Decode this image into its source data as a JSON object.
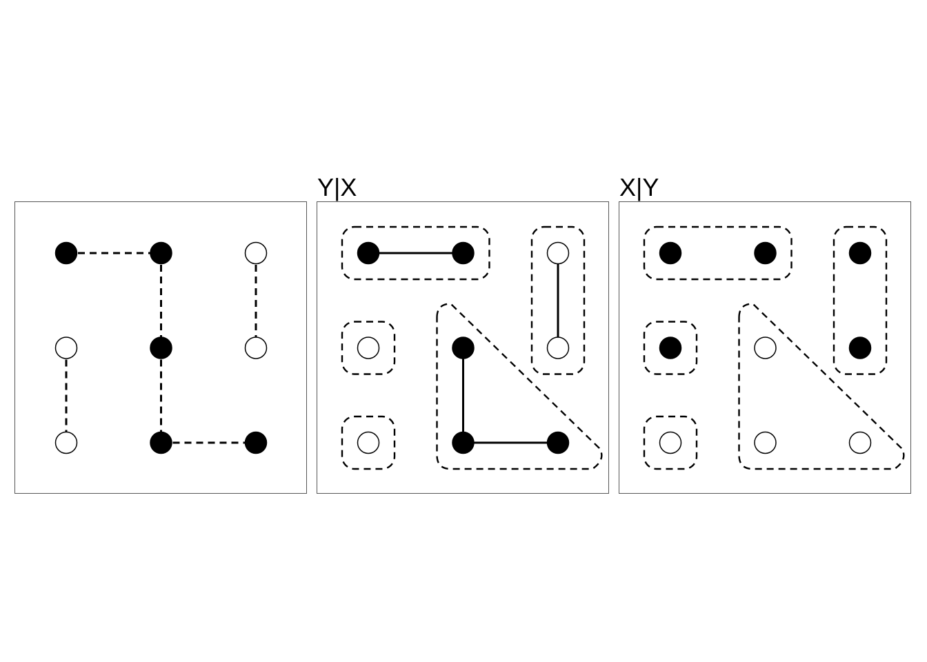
{
  "panels": [
    {
      "id": "panel-1",
      "title": "",
      "nodes": [
        {
          "id": "n1",
          "col": 0,
          "row": 0,
          "filled": true
        },
        {
          "id": "n2",
          "col": 1,
          "row": 0,
          "filled": true
        },
        {
          "id": "n3",
          "col": 2,
          "row": 0,
          "filled": false
        },
        {
          "id": "n4",
          "col": 0,
          "row": 1,
          "filled": false
        },
        {
          "id": "n5",
          "col": 1,
          "row": 1,
          "filled": true
        },
        {
          "id": "n6",
          "col": 2,
          "row": 1,
          "filled": false
        },
        {
          "id": "n7",
          "col": 0,
          "row": 2,
          "filled": false
        },
        {
          "id": "n8",
          "col": 1,
          "row": 2,
          "filled": true
        },
        {
          "id": "n9",
          "col": 2,
          "row": 2,
          "filled": true
        }
      ],
      "edges": [
        {
          "from": "n1",
          "to": "n2",
          "style": "dashed"
        },
        {
          "from": "n2",
          "to": "n5",
          "style": "dashed"
        },
        {
          "from": "n5",
          "to": "n8",
          "style": "dashed"
        },
        {
          "from": "n8",
          "to": "n9",
          "style": "dashed"
        },
        {
          "from": "n3",
          "to": "n6",
          "style": "dashed"
        },
        {
          "from": "n4",
          "to": "n7",
          "style": "dashed"
        }
      ],
      "groups": []
    },
    {
      "id": "panel-2",
      "title": "Y|X",
      "nodes": [
        {
          "id": "n1",
          "col": 0,
          "row": 0,
          "filled": true
        },
        {
          "id": "n2",
          "col": 1,
          "row": 0,
          "filled": true
        },
        {
          "id": "n3",
          "col": 2,
          "row": 0,
          "filled": false
        },
        {
          "id": "n4",
          "col": 0,
          "row": 1,
          "filled": false
        },
        {
          "id": "n5",
          "col": 1,
          "row": 1,
          "filled": true
        },
        {
          "id": "n6",
          "col": 2,
          "row": 1,
          "filled": false
        },
        {
          "id": "n7",
          "col": 0,
          "row": 2,
          "filled": false
        },
        {
          "id": "n8",
          "col": 1,
          "row": 2,
          "filled": true
        },
        {
          "id": "n9",
          "col": 2,
          "row": 2,
          "filled": true
        }
      ],
      "edges": [
        {
          "from": "n1",
          "to": "n2",
          "style": "solid"
        },
        {
          "from": "n3",
          "to": "n6",
          "style": "solid"
        },
        {
          "from": "n5",
          "to": "n8",
          "style": "solid"
        },
        {
          "from": "n8",
          "to": "n9",
          "style": "solid"
        }
      ],
      "groups": [
        {
          "members": [
            "n1",
            "n2"
          ],
          "shape": "rounded-rect"
        },
        {
          "members": [
            "n3",
            "n6"
          ],
          "shape": "rounded-rect"
        },
        {
          "members": [
            "n4"
          ],
          "shape": "rounded-rect"
        },
        {
          "members": [
            "n7"
          ],
          "shape": "rounded-rect"
        },
        {
          "members": [
            "n5",
            "n8",
            "n9"
          ],
          "shape": "triangle"
        }
      ]
    },
    {
      "id": "panel-3",
      "title": "X|Y",
      "nodes": [
        {
          "id": "n1",
          "col": 0,
          "row": 0,
          "filled": true
        },
        {
          "id": "n2",
          "col": 1,
          "row": 0,
          "filled": true
        },
        {
          "id": "n3",
          "col": 2,
          "row": 0,
          "filled": true
        },
        {
          "id": "n4",
          "col": 0,
          "row": 1,
          "filled": true
        },
        {
          "id": "n5",
          "col": 1,
          "row": 1,
          "filled": false
        },
        {
          "id": "n6",
          "col": 2,
          "row": 1,
          "filled": true
        },
        {
          "id": "n7",
          "col": 0,
          "row": 2,
          "filled": false
        },
        {
          "id": "n8",
          "col": 1,
          "row": 2,
          "filled": false
        },
        {
          "id": "n9",
          "col": 2,
          "row": 2,
          "filled": false
        }
      ],
      "edges": [],
      "groups": [
        {
          "members": [
            "n1",
            "n2"
          ],
          "shape": "rounded-rect"
        },
        {
          "members": [
            "n3",
            "n6"
          ],
          "shape": "rounded-rect"
        },
        {
          "members": [
            "n4"
          ],
          "shape": "rounded-rect"
        },
        {
          "members": [
            "n7"
          ],
          "shape": "rounded-rect"
        },
        {
          "members": [
            "n5",
            "n8",
            "n9"
          ],
          "shape": "triangle"
        }
      ]
    }
  ],
  "colors": {
    "filled": "#000000",
    "hollow": "#ffffff",
    "stroke": "#000000",
    "frame": "#555555"
  }
}
